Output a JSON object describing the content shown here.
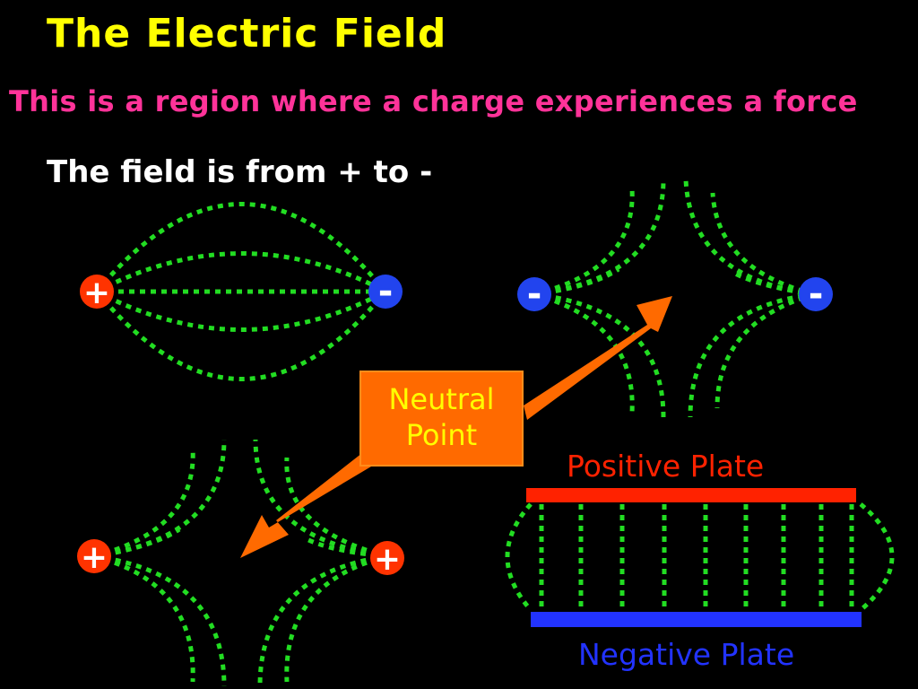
{
  "title": "The Electric Field",
  "subtitle": "This is a region where a charge experiences a force",
  "direction_text": "The field is from + to -",
  "neutral_point": {
    "line1": "Neutral",
    "line2": "Point"
  },
  "plates": {
    "positive_label": "Positive Plate",
    "negative_label": "Negative Plate"
  },
  "charges": {
    "positive_symbol": "+",
    "negative_symbol": "-"
  },
  "colors": {
    "title": "#ffff00",
    "subtitle": "#ff3399",
    "field_lines": "#22dd22",
    "positive_charge": "#ff3300",
    "negative_charge": "#2244ee",
    "neutral_box": "#ff6a00",
    "positive_plate": "#ff2200",
    "negative_plate": "#2233ff"
  }
}
